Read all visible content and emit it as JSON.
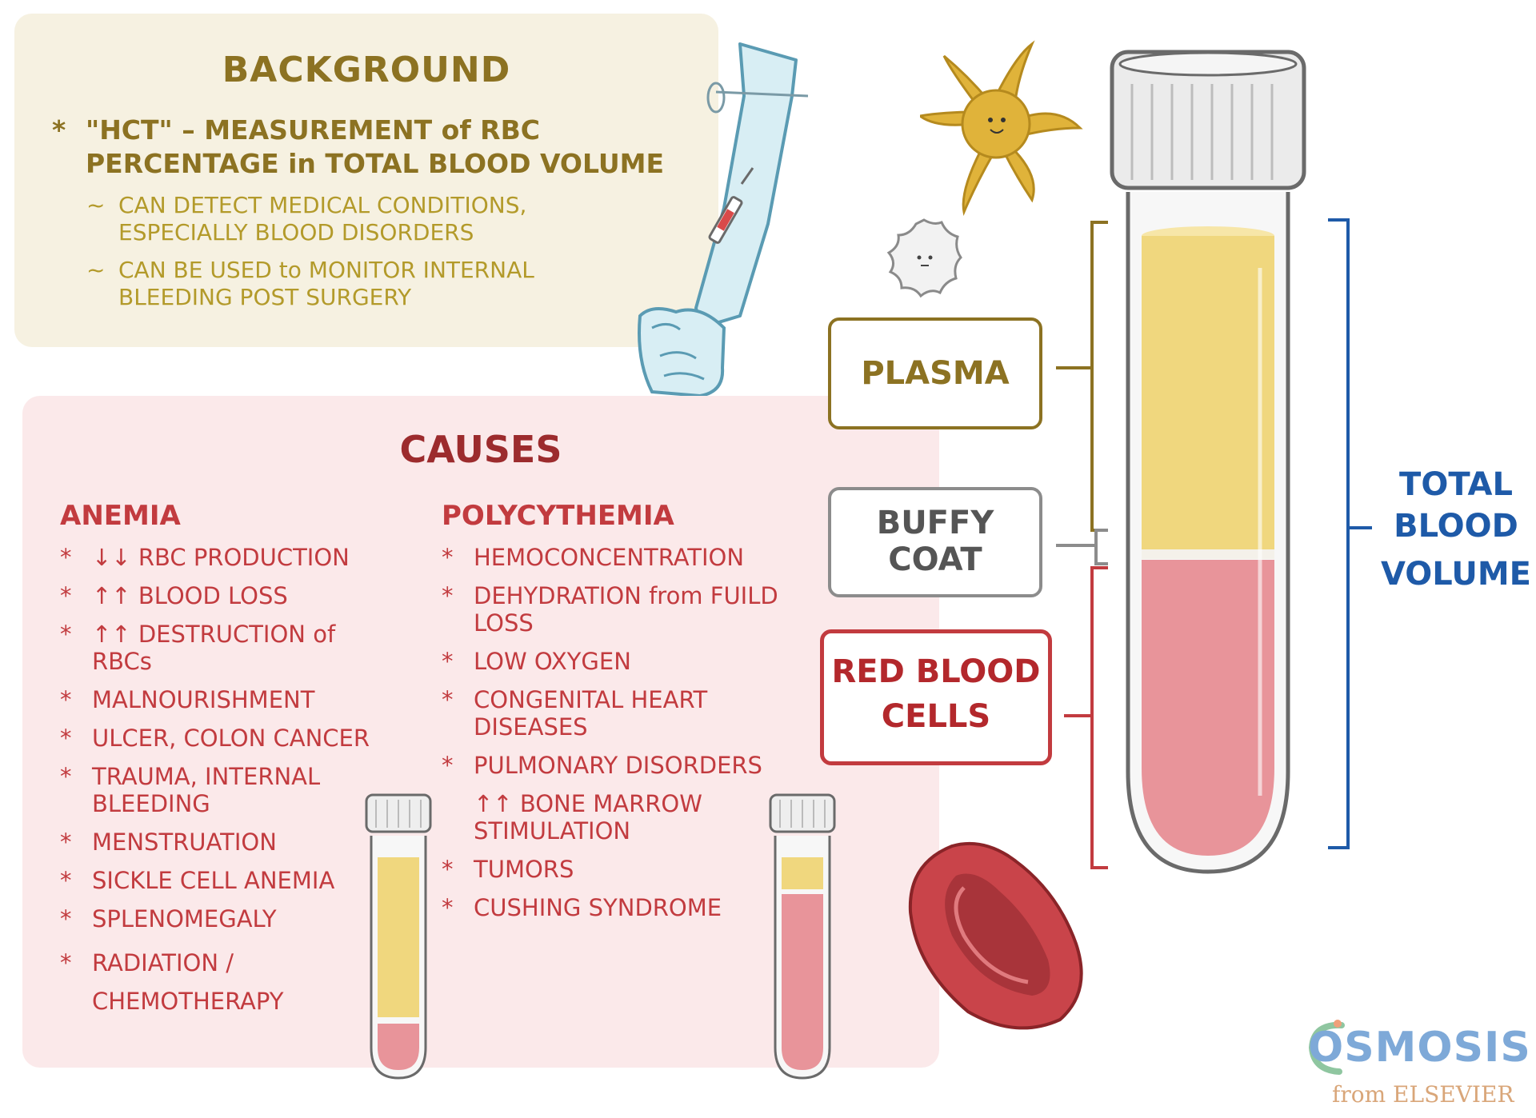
{
  "background": {
    "title": "BACKGROUND",
    "star": "*",
    "main_text": "\"HCT\" – MEASUREMENT of RBC PERCENTAGE in TOTAL BLOOD VOLUME",
    "tilde": "~",
    "sub1": "CAN DETECT MEDICAL CONDITIONS, ESPECIALLY BLOOD DISORDERS",
    "sub2": "CAN BE USED to MONITOR INTERNAL BLEEDING POST SURGERY"
  },
  "causes": {
    "title": "CAUSES",
    "star": "*",
    "anemia": {
      "heading": "ANEMIA",
      "items": [
        "↓↓ RBC PRODUCTION",
        "↑↑ BLOOD LOSS",
        "↑↑ DESTRUCTION of RBCs",
        "MALNOURISHMENT",
        "ULCER, COLON CANCER",
        "TRAUMA, INTERNAL BLEEDING",
        "MENSTRUATION",
        "SICKLE CELL ANEMIA",
        "SPLENOMEGALY",
        "RADIATION / CHEMOTHERAPY"
      ]
    },
    "polycythemia": {
      "heading": "POLYCYTHEMIA",
      "items": [
        "HEMOCONCENTRATION",
        "DEHYDRATION from FUILD LOSS",
        "LOW OXYGEN",
        "CONGENITAL HEART DISEASES",
        "PULMONARY DISORDERS",
        "↑↑ BONE MARROW STIMULATION",
        "TUMORS",
        "CUSHING SYNDROME"
      ]
    }
  },
  "labels": {
    "plasma": "PLASMA",
    "buffy_line1": "BUFFY",
    "buffy_line2": "COAT",
    "rbc_line1": "RED BLOOD",
    "rbc_line2": "CELLS",
    "total_line1": "TOTAL",
    "total_line2": "BLOOD",
    "total_line3": "VOLUME"
  },
  "logo": {
    "main": "OSMOSIS",
    "sub": "from ELSEVIER"
  },
  "colors": {
    "plasma": "#f0d77e",
    "rbc": "#e8949a",
    "brown": "#8c7222",
    "red": "#c23b3f",
    "blue": "#1e5aa8"
  }
}
